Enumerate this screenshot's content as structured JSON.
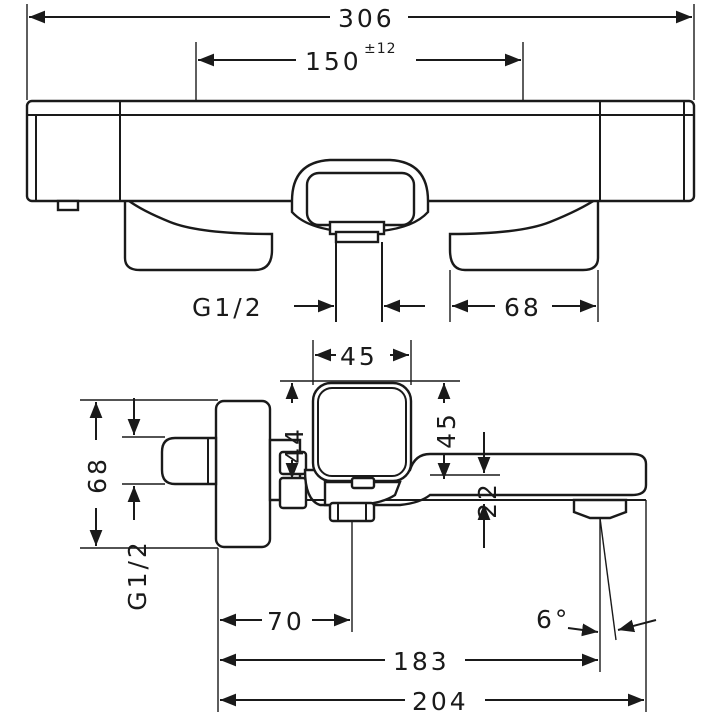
{
  "dimensions": {
    "top_overall_width": "306",
    "top_center_distance": "150",
    "top_center_tolerance": "±12",
    "top_thread": "G1/2",
    "top_handle_width": "68",
    "side_box_width": "45",
    "side_box_height_left": "44",
    "side_box_height_right": "45",
    "side_body_height": "68",
    "side_spout_height": "22",
    "side_thread": "G1/2",
    "side_to_outlet": "70",
    "side_spout_reach": "183",
    "side_overall_depth": "204",
    "side_spout_angle": "6°"
  },
  "colors": {
    "line": "#1a1a1a",
    "background": "#ffffff"
  }
}
